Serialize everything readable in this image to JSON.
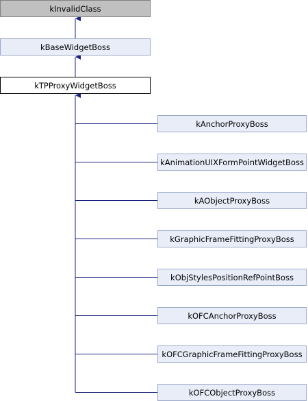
{
  "nodes": {
    "root": "kInvalidClass",
    "base": "kBaseWidgetBoss",
    "current": "kTPProxyWidgetBoss",
    "children": [
      "kAnchorProxyBoss",
      "kAnimationUIXFormPointWidgetBoss",
      "kAObjectProxyBoss",
      "kGraphicFrameFittingProxyBoss",
      "kObjStylesPositionRefPointBoss",
      "kOFCAnchorProxyBoss",
      "kOFCGraphicFrameFittingProxyBoss",
      "kOFCObjectProxyBoss"
    ]
  },
  "colors": {
    "edge": "#1a237e",
    "root_fill": "#c0c0c0",
    "node_fill": "#e8edf7",
    "current_fill": "#ffffff"
  }
}
